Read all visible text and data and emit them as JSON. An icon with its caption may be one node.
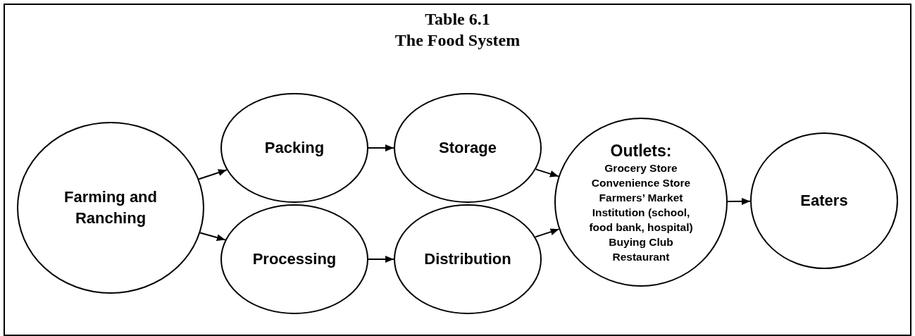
{
  "diagram": {
    "title": "Table 6.1",
    "nodes": [
      {
        "text": [
          "Farming and Ranching"
        ]
      },
      {
        "text": [
          "Packing"
        ]
      },
      {
        "text": [
          "Processing"
        ]
      },
      {
        "text": [
          "Storage"
        ]
      },
      {
        "text": [
          "Distribution"
        ]
      },
      {
        "text": [
          "Outlets:",
          "Grocery Store",
          "Convenience Store",
          "Farmers’ Market",
          "Institution (school, food bank, hospital)",
          "Buying Club",
          "Restaurant"
        ]
      },
      {
        "text": [
          "Eaters"
        ]
      }
    ],
    "edges": [
      {
        "from": 0,
        "to": 1,
        "arrow": "to"
      },
      {
        "from": 0,
        "to": 2,
        "arrow": "to"
      },
      {
        "from": 1,
        "to": 3,
        "arrow": "to"
      },
      {
        "from": 2,
        "to": 4,
        "arrow": "to"
      },
      {
        "from": 3,
        "to": 5,
        "arrow": "to"
      },
      {
        "from": 4,
        "to": 5,
        "arrow": "to"
      },
      {
        "from": 5,
        "to": 6,
        "arrow": "to"
      }
    ],
    "labels": [
      "The Food System"
    ]
  }
}
